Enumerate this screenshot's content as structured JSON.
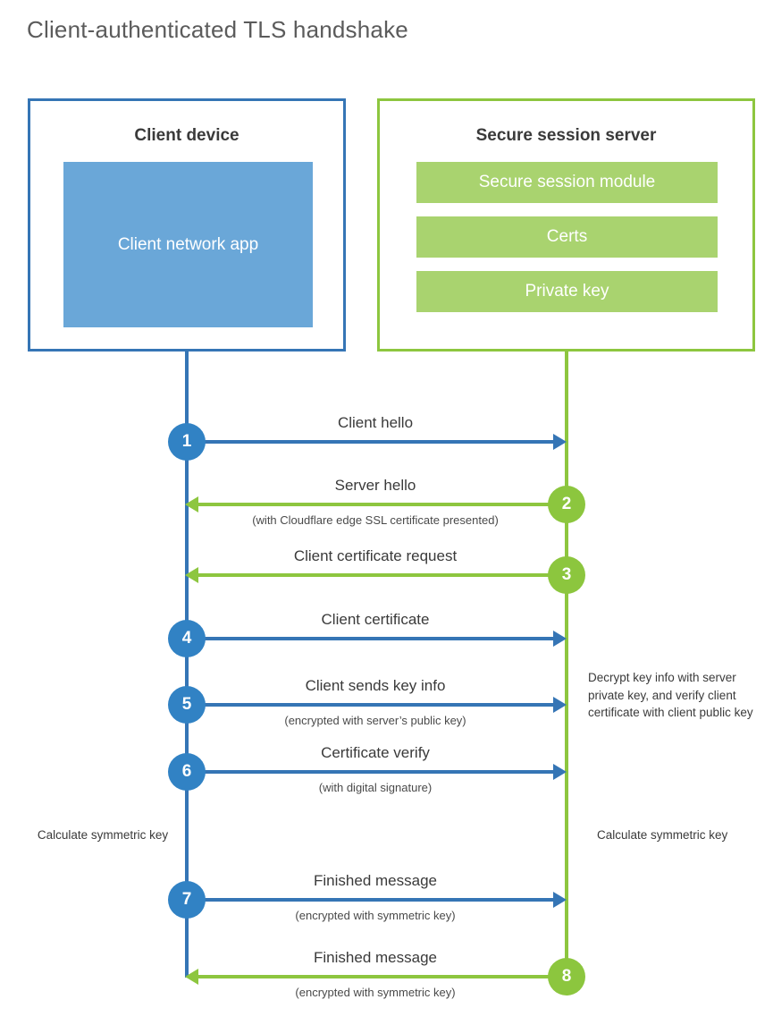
{
  "title": "Client-authenticated TLS handshake",
  "actors": {
    "client": {
      "title": "Client device",
      "app_label": "Client network app",
      "color": "#3575b5",
      "app_color": "#6aa7d8"
    },
    "server": {
      "title": "Secure session server",
      "color": "#8dc63f",
      "module_color": "#a9d36f",
      "modules": [
        {
          "label": "Secure session module"
        },
        {
          "label": "Certs"
        },
        {
          "label": "Private key"
        }
      ]
    }
  },
  "steps": [
    {
      "number": "1",
      "label": "Client hello",
      "sublabel": "",
      "direction": "client-to-server",
      "color": "#3182c4"
    },
    {
      "number": "2",
      "label": "Server hello",
      "sublabel": "(with Cloudflare edge SSL certificate presented)",
      "direction": "server-to-client",
      "color": "#8cc63e"
    },
    {
      "number": "3",
      "label": "Client certificate request",
      "sublabel": "",
      "direction": "server-to-client",
      "color": "#8cc63e"
    },
    {
      "number": "4",
      "label": "Client certificate",
      "sublabel": "",
      "direction": "client-to-server",
      "color": "#3182c4"
    },
    {
      "number": "5",
      "label": "Client sends key info",
      "sublabel": "(encrypted with server’s public key)",
      "direction": "client-to-server",
      "color": "#3182c4"
    },
    {
      "number": "6",
      "label": "Certificate verify",
      "sublabel": "(with digital signature)",
      "direction": "client-to-server",
      "color": "#3182c4"
    },
    {
      "number": "7",
      "label": "Finished message",
      "sublabel": "(encrypted with symmetric key)",
      "direction": "client-to-server",
      "color": "#3182c4"
    },
    {
      "number": "8",
      "label": "Finished message",
      "sublabel": "(encrypted with symmetric key)",
      "direction": "server-to-client",
      "color": "#8cc63e"
    }
  ],
  "notes": {
    "decrypt": "Decrypt key info with server private key, and verify client certificate with client public key",
    "calculate_client": "Calculate symmetric key",
    "calculate_server": "Calculate symmetric key"
  }
}
